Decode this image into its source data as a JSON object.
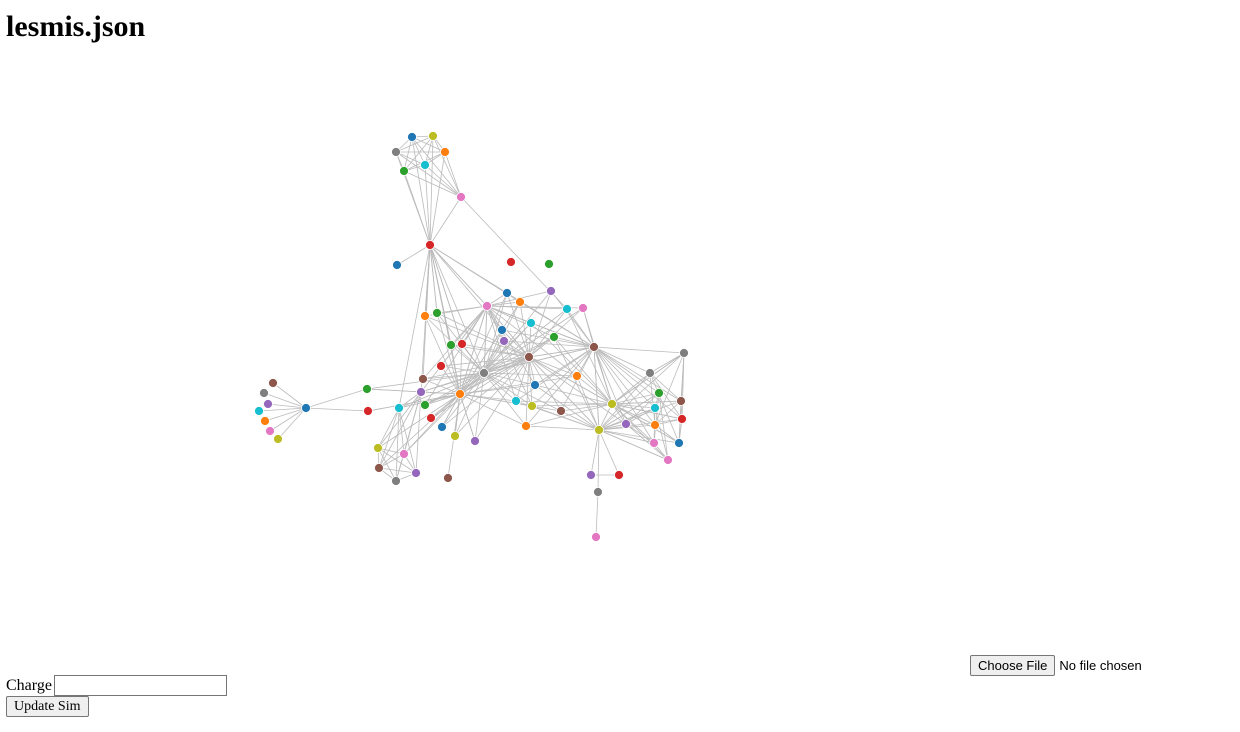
{
  "page": {
    "title": "lesmis.json"
  },
  "file_input": {
    "button_label": "Choose File",
    "status": "No file chosen"
  },
  "controls": {
    "charge_label": "Charge",
    "charge_value": "",
    "update_label": "Update Sim"
  },
  "graph": {
    "edge_color": "#bbbbbb",
    "palette": [
      "#1f77b4",
      "#ff7f0e",
      "#2ca02c",
      "#d62728",
      "#9467bd",
      "#8c564b",
      "#e377c2",
      "#7f7f7f",
      "#bcbd22",
      "#17becf"
    ]
  }
}
